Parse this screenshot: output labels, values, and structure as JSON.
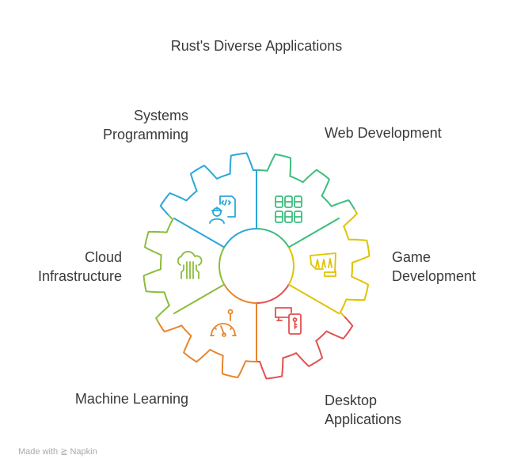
{
  "title": "Rust's Diverse Applications",
  "segments": [
    {
      "label_line1": "Systems",
      "label_line2": "Programming",
      "color": "#2aa7d8",
      "icon": "engineer-code-icon"
    },
    {
      "label_line1": "Web Development",
      "label_line2": "",
      "color": "#3dbd7d",
      "icon": "server-grid-icon"
    },
    {
      "label_line1": "Game",
      "label_line2": "Development",
      "color": "#e0c300",
      "icon": "fist-icon"
    },
    {
      "label_line1": "Desktop",
      "label_line2": "Applications",
      "color": "#e2504f",
      "icon": "desktop-key-icon"
    },
    {
      "label_line1": "Machine Learning",
      "label_line2": "",
      "color": "#e6862e",
      "icon": "gauge-icon"
    },
    {
      "label_line1": "Cloud",
      "label_line2": "Infrastructure",
      "color": "#8bbd3b",
      "icon": "cloud-circuit-icon"
    }
  ],
  "brand": "Made with ≧ Napkin"
}
